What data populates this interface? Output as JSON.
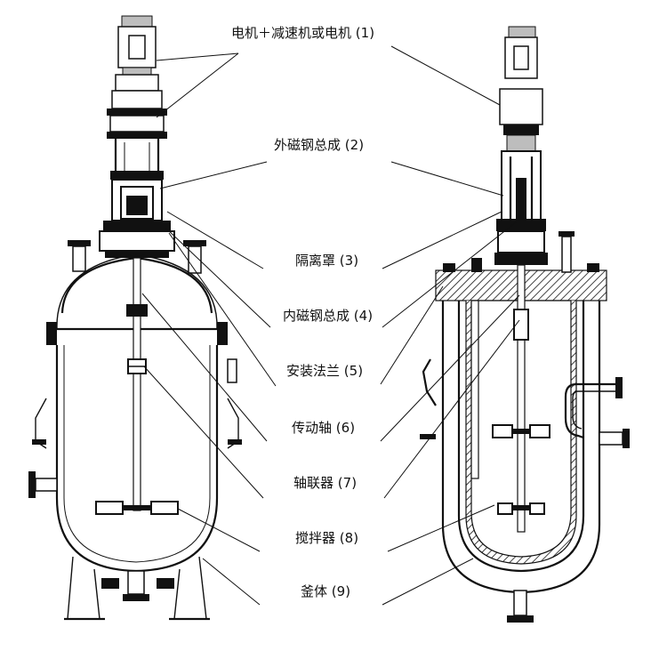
{
  "labels": [
    {
      "num": "(1)",
      "text": "电机＋减速机或电机"
    },
    {
      "num": "(2)",
      "text": "外磁钢总成"
    },
    {
      "num": "(3)",
      "text": "隔离罩"
    },
    {
      "num": "(4)",
      "text": "内磁钢总成"
    },
    {
      "num": "(5)",
      "text": "安装法兰"
    },
    {
      "num": "(6)",
      "text": "传动轴"
    },
    {
      "num": "(7)",
      "text": "轴联器"
    },
    {
      "num": "(8)",
      "text": "搅拌器"
    },
    {
      "num": "(9)",
      "text": "釜体"
    }
  ]
}
